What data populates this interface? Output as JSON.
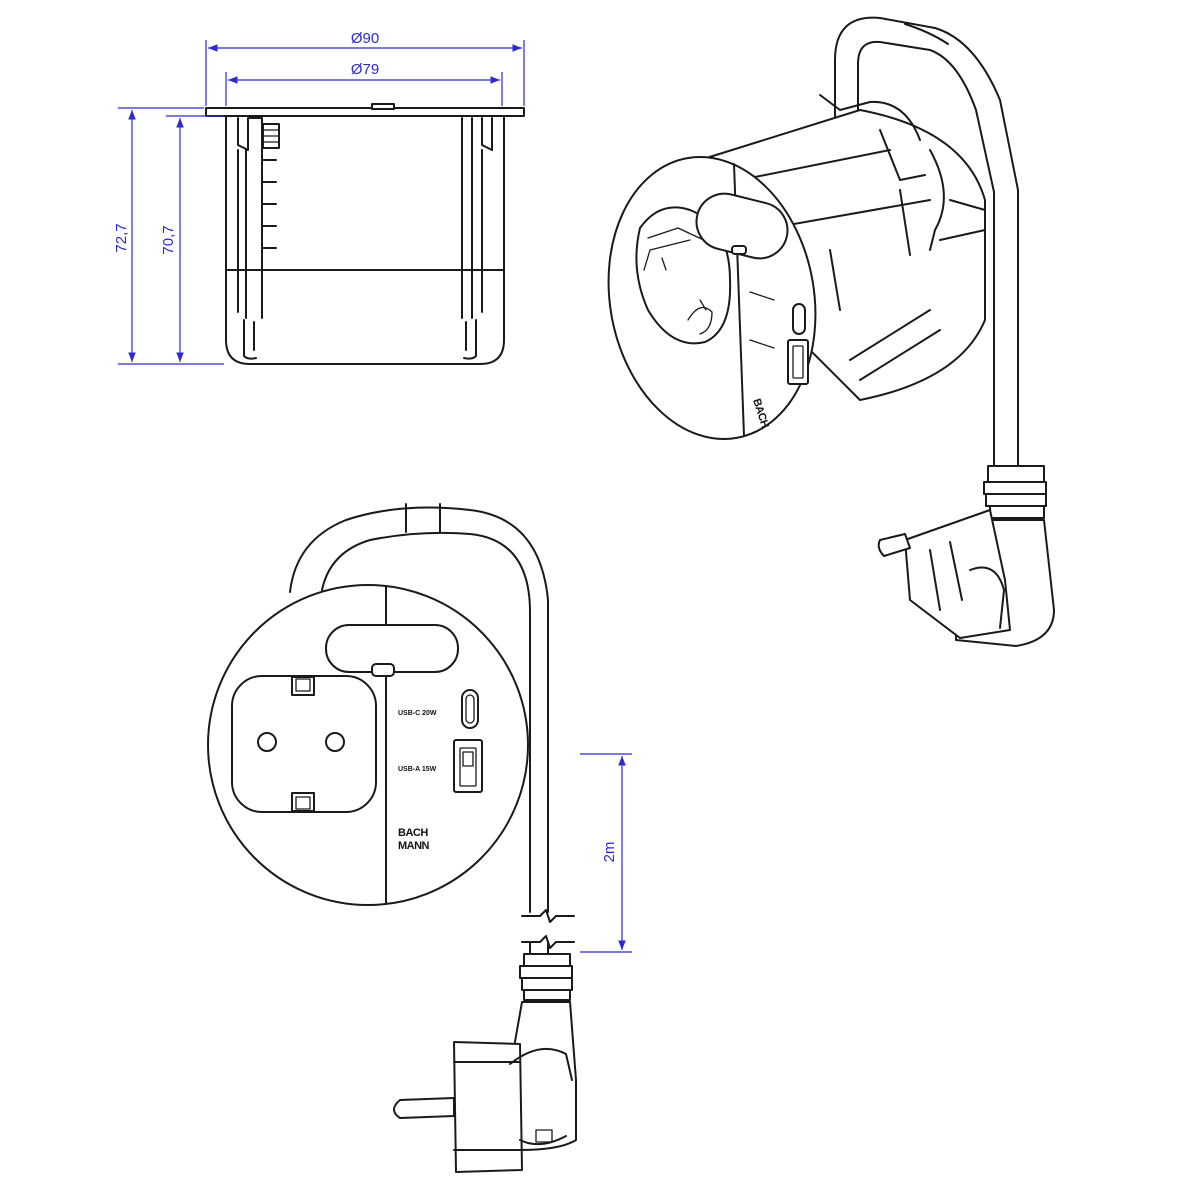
{
  "dimensions": {
    "outer_diameter": "Ø90",
    "inner_diameter": "Ø79",
    "total_height": "72,7",
    "body_height": "70,7",
    "cable_length": "2m"
  },
  "ports": {
    "usb_c_label": "USB-C 20W",
    "usb_a_label": "USB-A 15W"
  },
  "brand": {
    "line1": "BACH",
    "line2": "MANN"
  },
  "colors": {
    "dimension": "#2b2bcf",
    "outline": "#1a1a1a",
    "background": "#ffffff"
  }
}
